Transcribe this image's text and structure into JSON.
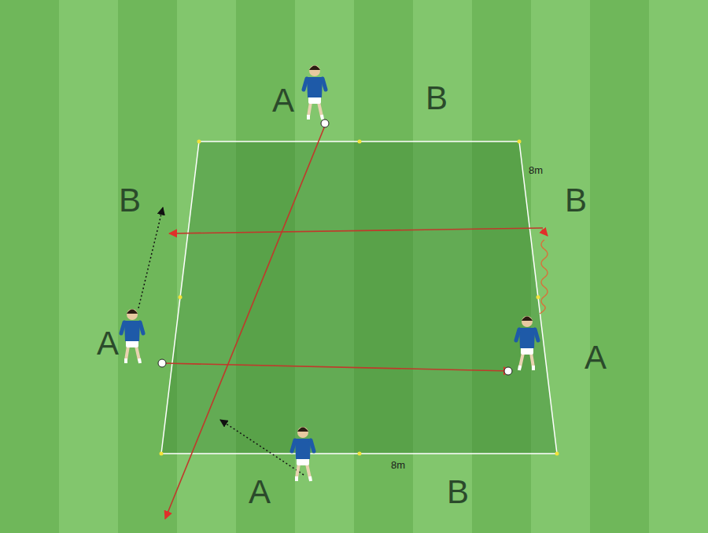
{
  "diagram": {
    "labels": [
      "A",
      "B",
      "8m",
      "B",
      "B",
      "A",
      "A",
      "8m",
      "A",
      "B"
    ]
  }
}
